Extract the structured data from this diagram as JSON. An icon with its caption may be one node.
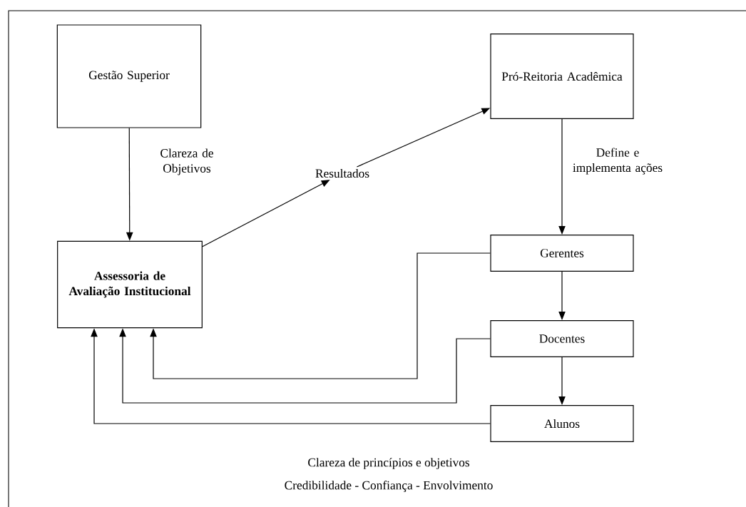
{
  "diagram": {
    "nodes": [
      {
        "text": [
          "Gestão Superior"
        ]
      },
      {
        "text": [
          "Pró-Reitoria Acadêmica"
        ]
      },
      {
        "text": [
          "Resultados"
        ]
      },
      {
        "text": [
          "Assessoria de Avaliação Institucional"
        ]
      },
      {
        "text": [
          "Gerentes"
        ]
      },
      {
        "text": [
          "Docentes"
        ]
      },
      {
        "text": [
          "Alunos"
        ]
      }
    ],
    "edges": [
      {
        "from": 0,
        "to": 3,
        "arrow": "to",
        "label": "Clareza de Objetivos"
      },
      {
        "from": 3,
        "to": 2,
        "arrow": "to"
      },
      {
        "from": 2,
        "to": 1,
        "arrow": "to"
      },
      {
        "from": 1,
        "to": 4,
        "arrow": "to",
        "label": "Define e implementa ações"
      },
      {
        "from": 4,
        "to": 5,
        "arrow": "to"
      },
      {
        "from": 5,
        "to": 6,
        "arrow": "to"
      },
      {
        "from": 4,
        "to": 3,
        "arrow": "to"
      },
      {
        "from": 5,
        "to": 3,
        "arrow": "to"
      },
      {
        "from": 6,
        "to": 3,
        "arrow": "to"
      }
    ],
    "labels": [
      "Clareza de princípios e objetivos",
      "Credibilidade - Confiança - Envolvimento"
    ]
  }
}
